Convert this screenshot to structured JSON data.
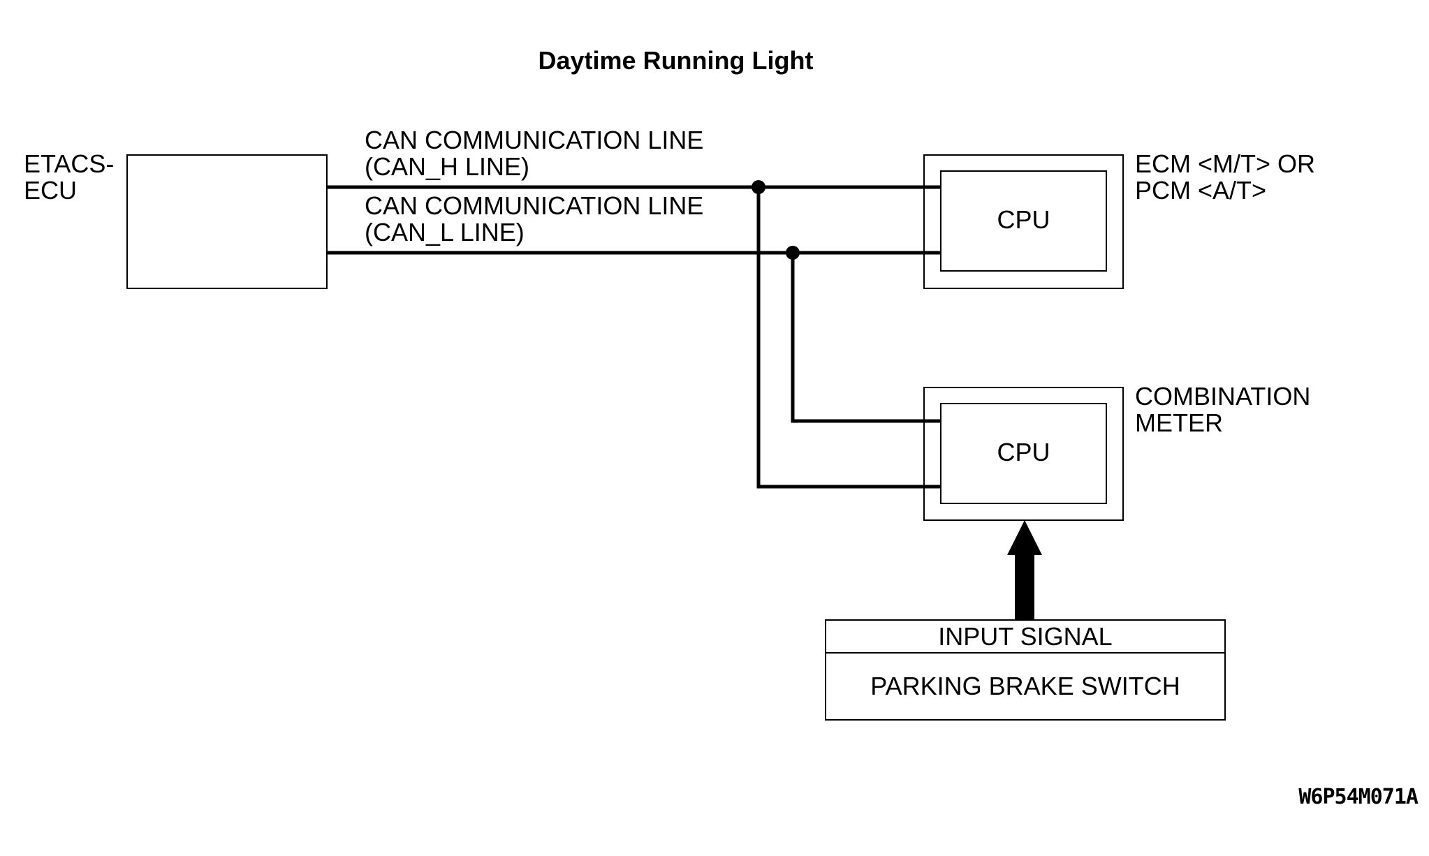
{
  "title": "Daytime Running Light",
  "figure_code": "W6P54M071A",
  "colors": {
    "line": "#000000",
    "background": "#ffffff"
  },
  "etacs_ecu": {
    "label_line1": "ETACS-",
    "label_line2": "ECU"
  },
  "can_h": {
    "label_line1": "CAN COMMUNICATION LINE",
    "label_line2": "(CAN_H LINE)"
  },
  "can_l": {
    "label_line1": "CAN COMMUNICATION LINE",
    "label_line2": "(CAN_L LINE)"
  },
  "ecm_pcm": {
    "label_line1": "ECM <M/T> OR",
    "label_line2": "PCM <A/T>",
    "cpu_label": "CPU"
  },
  "combination_meter": {
    "label_line1": "COMBINATION",
    "label_line2": "METER",
    "cpu_label": "CPU"
  },
  "input_box": {
    "header": "INPUT SIGNAL",
    "item": "PARKING BRAKE SWITCH"
  }
}
